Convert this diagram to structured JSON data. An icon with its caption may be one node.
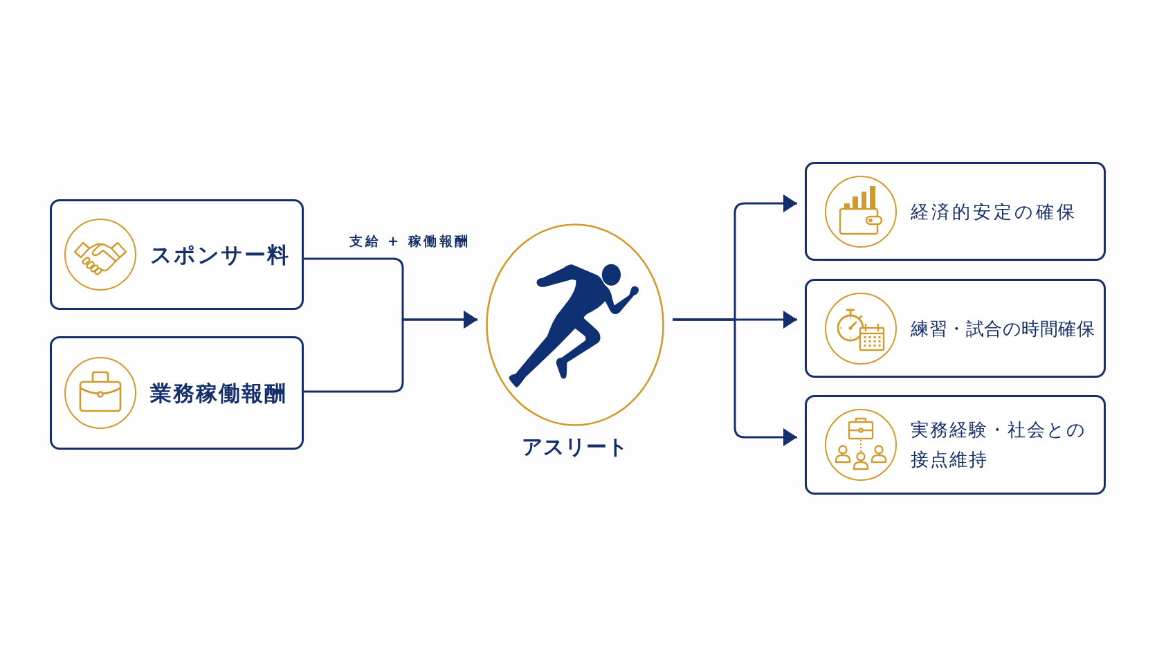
{
  "diagram": {
    "nodes": [
      {
        "text": [
          "スポンサー料"
        ]
      },
      {
        "text": [
          "業務稼働報酬"
        ]
      },
      {
        "text": [
          "アスリート"
        ]
      },
      {
        "text": [
          "経済的安定の確保"
        ]
      },
      {
        "text": [
          "練習・試合の時間確保"
        ]
      },
      {
        "text": [
          "実務経験・社会との接点維持"
        ]
      }
    ],
    "edges": [
      {
        "from": 0,
        "to": 2,
        "arrow": "to",
        "label": "支給 + 稼働報酬"
      },
      {
        "from": 1,
        "to": 2,
        "arrow": "to"
      },
      {
        "from": 2,
        "to": 3,
        "arrow": "to"
      },
      {
        "from": 2,
        "to": 4,
        "arrow": "to"
      },
      {
        "from": 2,
        "to": 5,
        "arrow": "to"
      }
    ]
  }
}
